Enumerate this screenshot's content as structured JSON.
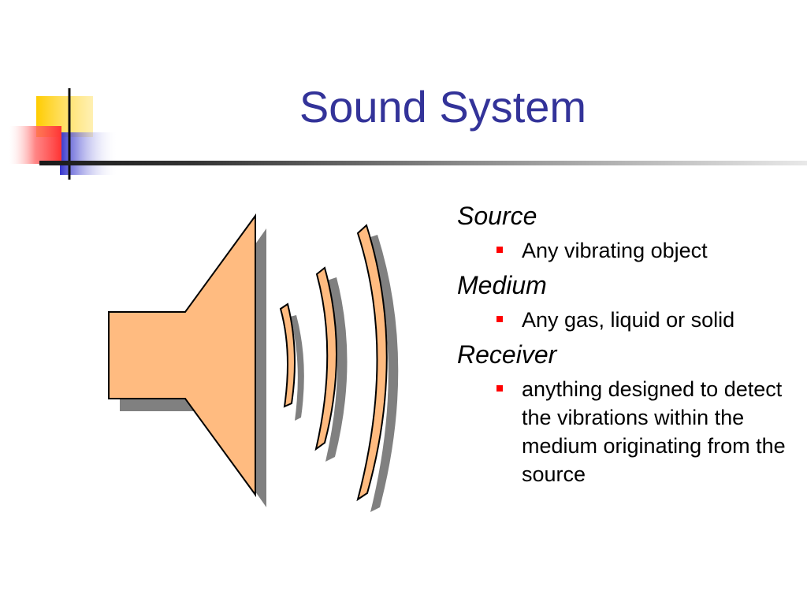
{
  "slide": {
    "title": "Sound System"
  },
  "colors": {
    "title": "#333399",
    "bullet": "#ff0000",
    "speaker_fill": "#ffbb80",
    "shadow": "#808080",
    "deco_yellow": "#ffcc00",
    "deco_red": "#ff3333",
    "deco_blue": "#3333cc"
  },
  "content": {
    "items": [
      {
        "heading": "Source",
        "points": [
          "Any vibrating object"
        ]
      },
      {
        "heading": "Medium",
        "points": [
          "Any gas, liquid or solid"
        ]
      },
      {
        "heading": "Receiver",
        "points": [
          "anything designed to detect the vibrations within the medium originating from the source"
        ]
      }
    ]
  },
  "illustration": {
    "icon": "speaker-icon"
  }
}
